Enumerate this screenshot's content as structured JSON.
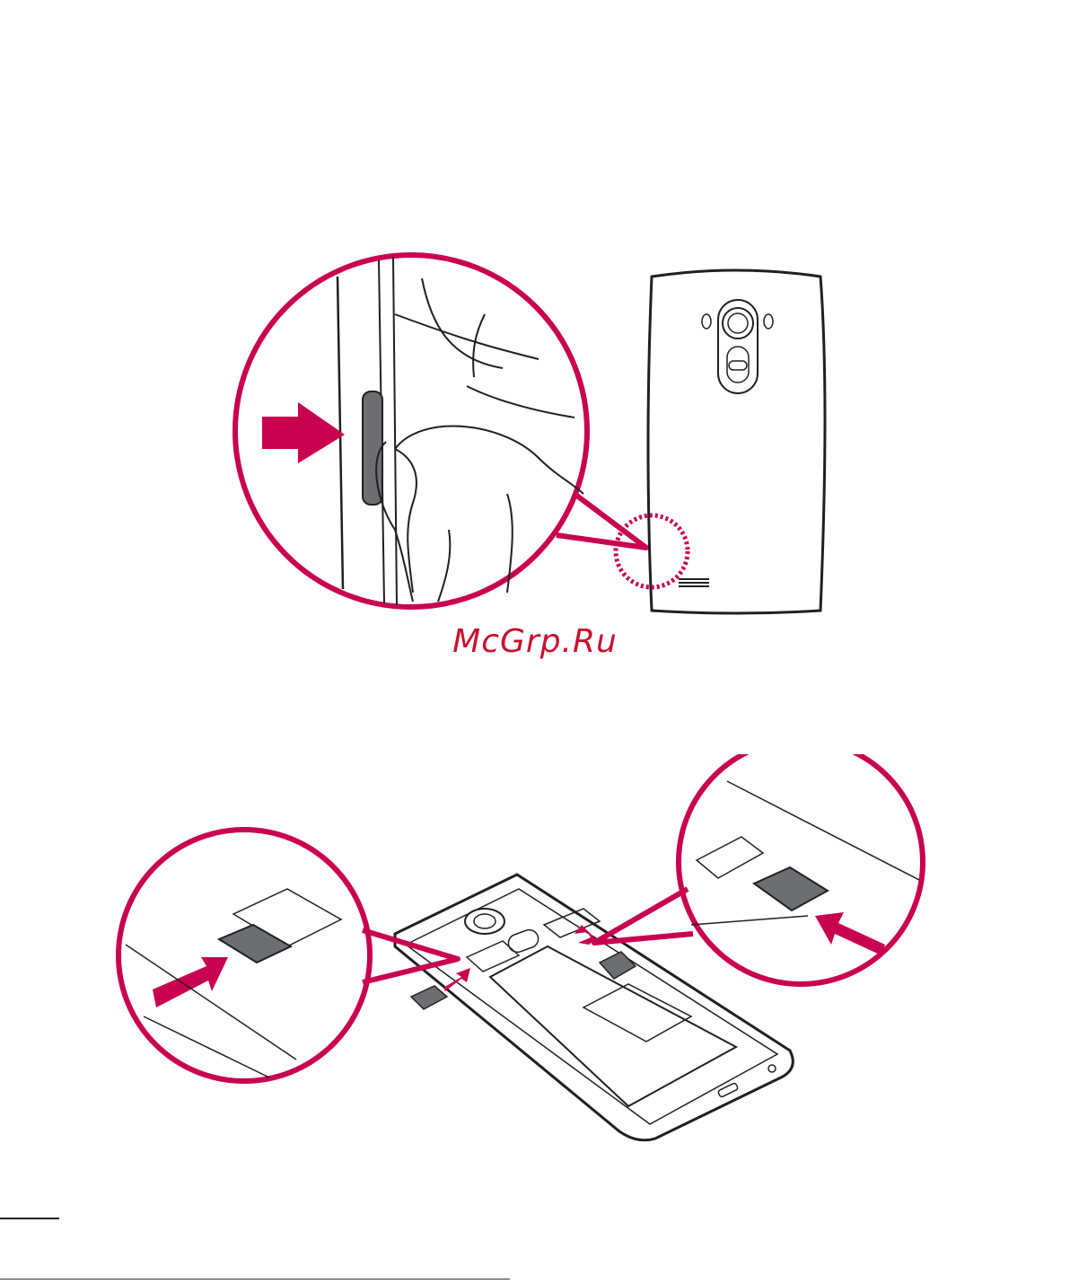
{
  "watermark": {
    "text": "McGrp.Ru"
  },
  "colors": {
    "accent": "#c8004f",
    "stroke": "#231f20",
    "watermark": "#c8102e"
  },
  "figures": {
    "top": {
      "subject": "remove-back-cover",
      "icon": "push-arrow-icon"
    },
    "bottom": {
      "subject": "insert-sim-and-memory-card",
      "icon": "insert-arrow-icon"
    }
  }
}
